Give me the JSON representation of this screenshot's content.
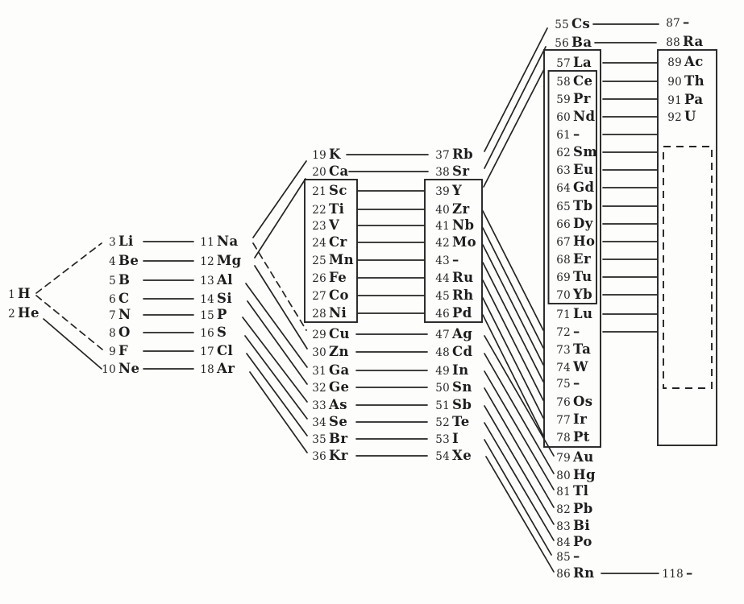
{
  "colors": {
    "ink": "#242424",
    "paper": "#fdfdfb"
  },
  "columns": {
    "c1": [
      {
        "n": "1",
        "s": "H"
      },
      {
        "n": "2",
        "s": "He"
      }
    ],
    "c2": [
      {
        "n": "3",
        "s": "Li"
      },
      {
        "n": "4",
        "s": "Be"
      },
      {
        "n": "5",
        "s": "B"
      },
      {
        "n": "6",
        "s": "C"
      },
      {
        "n": "7",
        "s": "N"
      },
      {
        "n": "8",
        "s": "O"
      },
      {
        "n": "9",
        "s": "F"
      },
      {
        "n": "10",
        "s": "Ne"
      }
    ],
    "c3": [
      {
        "n": "11",
        "s": "Na"
      },
      {
        "n": "12",
        "s": "Mg"
      },
      {
        "n": "13",
        "s": "Al"
      },
      {
        "n": "14",
        "s": "Si"
      },
      {
        "n": "15",
        "s": "P"
      },
      {
        "n": "16",
        "s": "S"
      },
      {
        "n": "17",
        "s": "Cl"
      },
      {
        "n": "18",
        "s": "Ar"
      }
    ],
    "c4a": [
      {
        "n": "19",
        "s": "K"
      },
      {
        "n": "20",
        "s": "Ca"
      }
    ],
    "c4b": [
      {
        "n": "21",
        "s": "Sc"
      },
      {
        "n": "22",
        "s": "Ti"
      },
      {
        "n": "23",
        "s": "V"
      },
      {
        "n": "24",
        "s": "Cr"
      },
      {
        "n": "25",
        "s": "Mn"
      },
      {
        "n": "26",
        "s": "Fe"
      },
      {
        "n": "27",
        "s": "Co"
      },
      {
        "n": "28",
        "s": "Ni"
      }
    ],
    "c4c": [
      {
        "n": "29",
        "s": "Cu"
      },
      {
        "n": "30",
        "s": "Zn"
      },
      {
        "n": "31",
        "s": "Ga"
      },
      {
        "n": "32",
        "s": "Ge"
      },
      {
        "n": "33",
        "s": "As"
      },
      {
        "n": "34",
        "s": "Se"
      },
      {
        "n": "35",
        "s": "Br"
      },
      {
        "n": "36",
        "s": "Kr"
      }
    ],
    "c5a": [
      {
        "n": "37",
        "s": "Rb"
      },
      {
        "n": "38",
        "s": "Sr"
      }
    ],
    "c5b": [
      {
        "n": "39",
        "s": "Y"
      },
      {
        "n": "40",
        "s": "Zr"
      },
      {
        "n": "41",
        "s": "Nb"
      },
      {
        "n": "42",
        "s": "Mo"
      },
      {
        "n": "43",
        "s": "–"
      },
      {
        "n": "44",
        "s": "Ru"
      },
      {
        "n": "45",
        "s": "Rh"
      },
      {
        "n": "46",
        "s": "Pd"
      }
    ],
    "c5c": [
      {
        "n": "47",
        "s": "Ag"
      },
      {
        "n": "48",
        "s": "Cd"
      },
      {
        "n": "49",
        "s": "In"
      },
      {
        "n": "50",
        "s": "Sn"
      },
      {
        "n": "51",
        "s": "Sb"
      },
      {
        "n": "52",
        "s": "Te"
      },
      {
        "n": "53",
        "s": "I"
      },
      {
        "n": "54",
        "s": "Xe"
      }
    ],
    "c6a": [
      {
        "n": "55",
        "s": "Cs"
      },
      {
        "n": "56",
        "s": "Ba"
      }
    ],
    "c6b": [
      {
        "n": "57",
        "s": "La"
      }
    ],
    "c6c": [
      {
        "n": "58",
        "s": "Ce"
      },
      {
        "n": "59",
        "s": "Pr"
      },
      {
        "n": "60",
        "s": "Nd"
      },
      {
        "n": "61",
        "s": "–"
      },
      {
        "n": "62",
        "s": "Sm"
      },
      {
        "n": "63",
        "s": "Eu"
      },
      {
        "n": "64",
        "s": "Gd"
      },
      {
        "n": "65",
        "s": "Tb"
      },
      {
        "n": "66",
        "s": "Dy"
      },
      {
        "n": "67",
        "s": "Ho"
      },
      {
        "n": "68",
        "s": "Er"
      },
      {
        "n": "69",
        "s": "Tu"
      },
      {
        "n": "70",
        "s": "Yb"
      }
    ],
    "c6d": [
      {
        "n": "71",
        "s": "Lu"
      },
      {
        "n": "72",
        "s": "–"
      },
      {
        "n": "73",
        "s": "Ta"
      },
      {
        "n": "74",
        "s": "W"
      },
      {
        "n": "75",
        "s": "–"
      },
      {
        "n": "76",
        "s": "Os"
      },
      {
        "n": "77",
        "s": "Ir"
      },
      {
        "n": "78",
        "s": "Pt"
      }
    ],
    "c6e": [
      {
        "n": "79",
        "s": "Au"
      },
      {
        "n": "80",
        "s": "Hg"
      },
      {
        "n": "81",
        "s": "Tl"
      },
      {
        "n": "82",
        "s": "Pb"
      },
      {
        "n": "83",
        "s": "Bi"
      },
      {
        "n": "84",
        "s": "Po"
      },
      {
        "n": "85",
        "s": "–"
      },
      {
        "n": "86",
        "s": "Rn"
      }
    ],
    "c7a": [
      {
        "n": "87",
        "s": "–"
      },
      {
        "n": "88",
        "s": "Ra"
      }
    ],
    "c7b": [
      {
        "n": "89",
        "s": "Ac"
      },
      {
        "n": "90",
        "s": "Th"
      },
      {
        "n": "91",
        "s": "Pa"
      },
      {
        "n": "92",
        "s": "U"
      }
    ],
    "c7c": [
      {
        "n": "118",
        "s": "–"
      }
    ]
  }
}
